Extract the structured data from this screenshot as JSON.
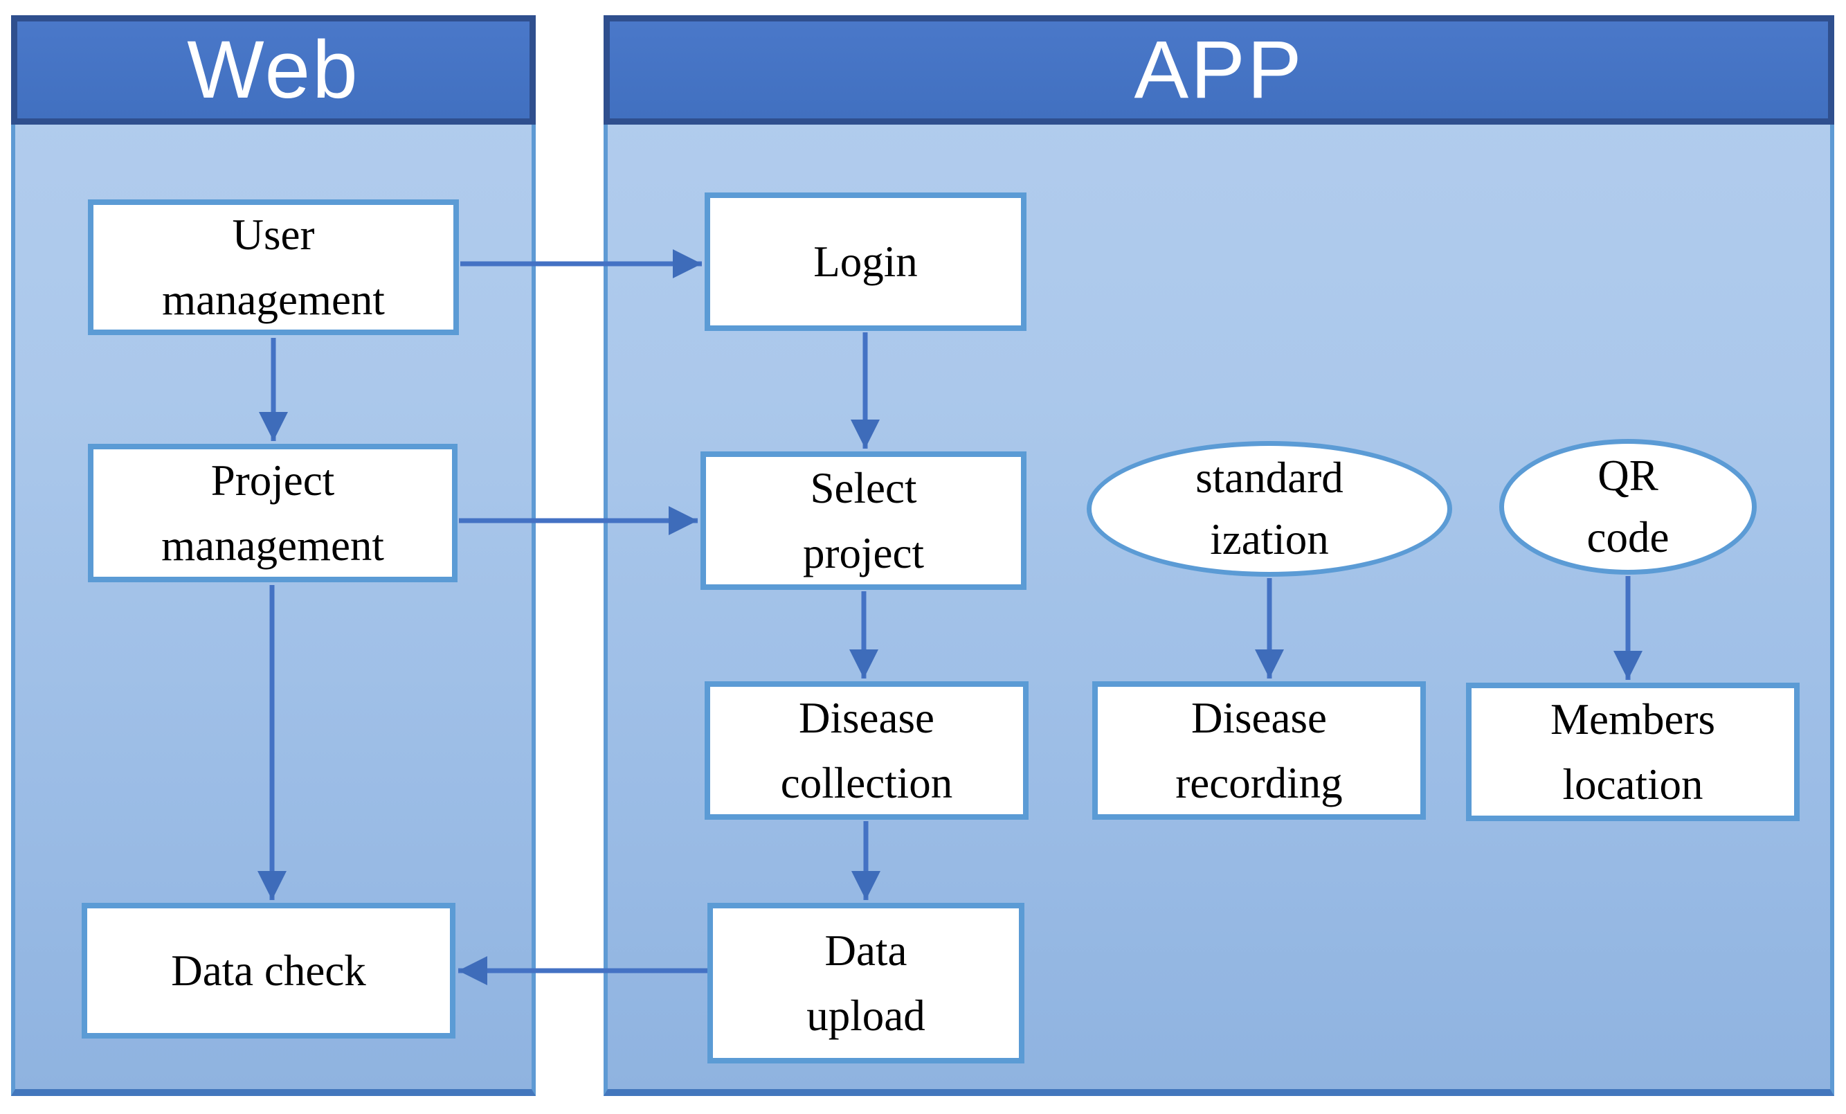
{
  "panels": {
    "web": {
      "title": "Web"
    },
    "app": {
      "title": "APP"
    }
  },
  "nodes": {
    "user_management": {
      "label": "User\nmanagement",
      "shape": "rect",
      "panel": "web"
    },
    "login": {
      "label": "Login",
      "shape": "rect",
      "panel": "app"
    },
    "project_management": {
      "label": "Project\nmanagement",
      "shape": "rect",
      "panel": "web"
    },
    "select_project": {
      "label": "Select\nproject",
      "shape": "rect",
      "panel": "app"
    },
    "standardization": {
      "label": "standard\nization",
      "shape": "ellipse",
      "panel": "app"
    },
    "qr_code": {
      "label": "QR\ncode",
      "shape": "ellipse",
      "panel": "app"
    },
    "disease_collection": {
      "label": "Disease\ncollection",
      "shape": "rect",
      "panel": "app"
    },
    "disease_recording": {
      "label": "Disease\nrecording",
      "shape": "rect",
      "panel": "app"
    },
    "members_location": {
      "label": "Members\nlocation",
      "shape": "rect",
      "panel": "app"
    },
    "data_check": {
      "label": "Data check",
      "shape": "rect",
      "panel": "web"
    },
    "data_upload": {
      "label": "Data\nupload",
      "shape": "rect",
      "panel": "app"
    }
  },
  "edges": [
    {
      "from": "user_management",
      "to": "login",
      "direction": "right"
    },
    {
      "from": "user_management",
      "to": "project_management",
      "direction": "down"
    },
    {
      "from": "project_management",
      "to": "select_project",
      "direction": "right"
    },
    {
      "from": "project_management",
      "to": "data_check",
      "direction": "down"
    },
    {
      "from": "login",
      "to": "select_project",
      "direction": "down"
    },
    {
      "from": "select_project",
      "to": "disease_collection",
      "direction": "down"
    },
    {
      "from": "disease_collection",
      "to": "data_upload",
      "direction": "down"
    },
    {
      "from": "standardization",
      "to": "disease_recording",
      "direction": "down"
    },
    {
      "from": "qr_code",
      "to": "members_location",
      "direction": "down"
    },
    {
      "from": "data_upload",
      "to": "data_check",
      "direction": "left"
    }
  ],
  "colors": {
    "header_fill": "#4472C4",
    "header_border": "#2F4F8E",
    "panel_fill_top": "#B3CDEE",
    "panel_fill_bottom": "#8FB3E0",
    "panel_border": "#5E9AD4",
    "node_border": "#5B9BD5",
    "node_fill": "#FFFFFF",
    "arrow": "#4472C4",
    "node_text": "#000000",
    "header_text": "#FFFFFF"
  }
}
